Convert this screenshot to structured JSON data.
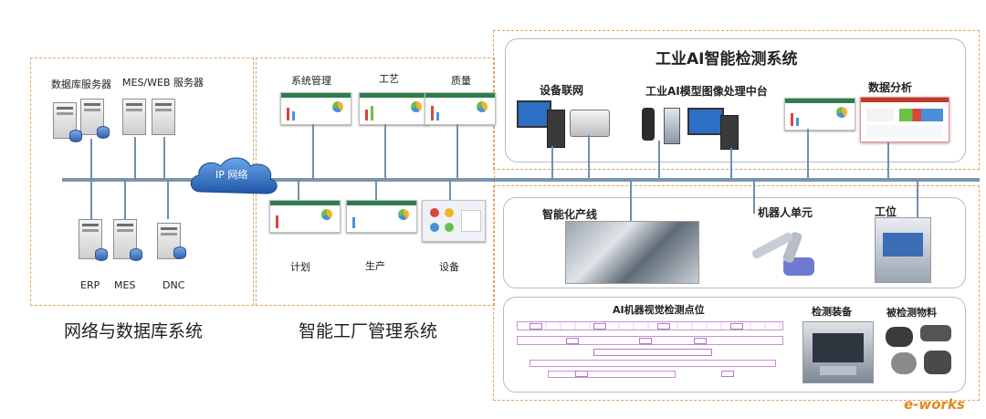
{
  "cloud": {
    "label": "IP 网络"
  },
  "left": {
    "db_server_label": "数据库服务器",
    "web_server_label": "MES/WEB 服务器",
    "erp_label": "ERP",
    "mes_label": "MES",
    "dnc_label": "DNC",
    "title": "网络与数据库系统"
  },
  "middle": {
    "top_labels": [
      "系统管理",
      "工艺",
      "质量"
    ],
    "bottom_labels": [
      "计划",
      "生产",
      "设备"
    ],
    "title": "智能工厂管理系统"
  },
  "right_top": {
    "title": "工业AI智能检测系统",
    "device_network": "设备联网",
    "ai_platform": "工业AI模型图像处理中台",
    "data_analysis": "数据分析"
  },
  "right_mid": {
    "production_line": "智能化产线",
    "robot_unit": "机器人单元",
    "workstation": "工位"
  },
  "right_bottom": {
    "vision_points": "AI机器视觉检测点位",
    "inspection_equipment": "检测装备",
    "inspected_material": "被检测物料"
  },
  "watermark": "e-works",
  "colors": {
    "bus": "#7b94ad",
    "dashed_border": "#e0a56a",
    "screen_header": "#2e7d4f",
    "cloud": "#2f6fc0"
  }
}
